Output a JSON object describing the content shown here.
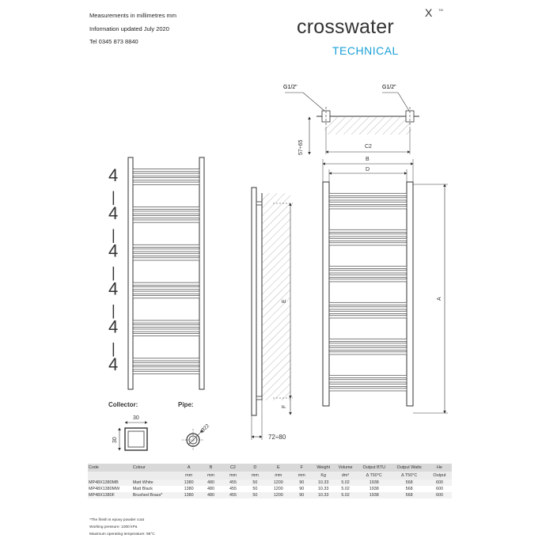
{
  "header": {
    "info_lines": [
      "Measurements in millimetres mm",
      "Information updated July 2020",
      "Tel  0345 873 8840"
    ],
    "brand": "crosswater",
    "brand_mark": "X",
    "brand_tm": "TM",
    "subtitle": "TECHNICAL"
  },
  "drawing": {
    "labels": {
      "g_left": "G1/2\"",
      "g_right": "G1/2\"",
      "wall_offset": "57÷65",
      "c2": "C2",
      "b": "B",
      "d": "D",
      "a": "A",
      "e": "E",
      "f": "F",
      "depth": "72÷80",
      "collector_dim_w": "30",
      "collector_dim_h": "30",
      "pipe_dim": "Ø22"
    },
    "rail_groups": [
      "4",
      "4",
      "4",
      "4",
      "4",
      "4"
    ],
    "group_separator": "|",
    "collector_title": "Collector:",
    "pipe_title": "Pipe:"
  },
  "table": {
    "headers": [
      "Code",
      "Colour",
      "A",
      "B",
      "C2",
      "D",
      "E",
      "F",
      "Weight",
      "Volume",
      "Output BTU",
      "Output Watts",
      "He"
    ],
    "units": [
      "",
      "",
      "mm",
      "mm",
      "mm",
      "mm",
      "mm",
      "mm",
      "Kg",
      "dm³",
      "Δ T50°C",
      "Δ T50°C",
      "Output"
    ],
    "rows": [
      [
        "MP48X1380MB",
        "Matt White",
        "1380",
        "480",
        "455",
        "50",
        "1200",
        "90",
        "10.33",
        "5.02",
        "1938",
        "568",
        "600"
      ],
      [
        "MP48X1380MW",
        "Matt Black",
        "1380",
        "480",
        "455",
        "50",
        "1200",
        "90",
        "10.33",
        "5.02",
        "1938",
        "568",
        "600"
      ],
      [
        "MP48X1380F",
        "Brushed Brass*",
        "1380",
        "480",
        "455",
        "50",
        "1200",
        "90",
        "10.33",
        "5.02",
        "1938",
        "568",
        "600"
      ]
    ],
    "notes": [
      "*The finish is epoxy powder coat",
      "Working pressure: 1000 kPa",
      "Maximum operating temperature: 95°C"
    ]
  }
}
